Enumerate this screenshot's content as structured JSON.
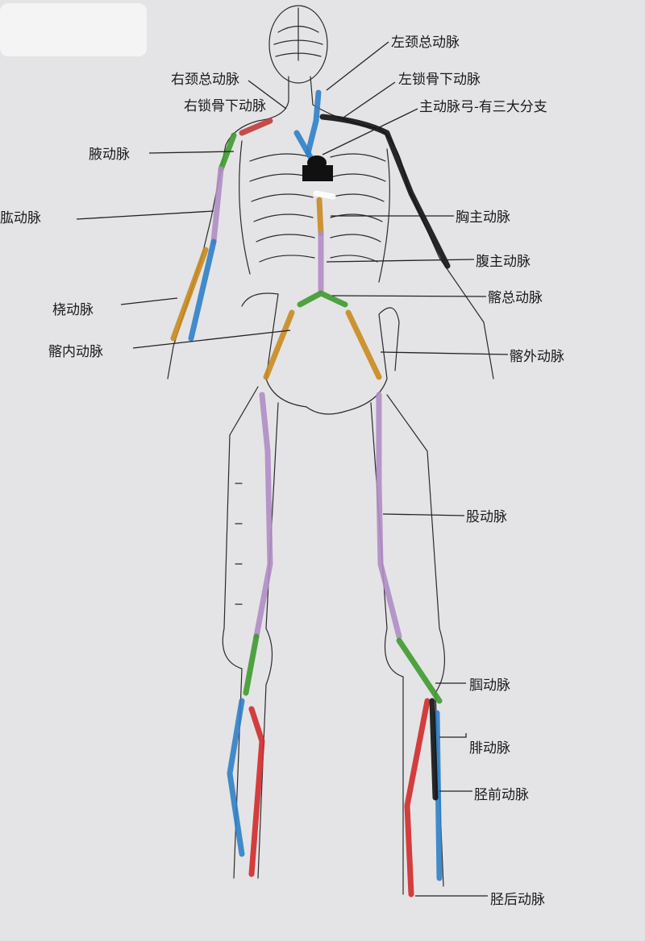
{
  "colors": {
    "paper": "#e4e4e6",
    "purple": "#b08cc4",
    "orange": "#c98a1e",
    "green": "#3e9a2e",
    "blue": "#2f7fc8",
    "red": "#d12a2a",
    "black": "#111111"
  },
  "labels": {
    "left_common_carotid": "左颈总动脉",
    "right_common_carotid": "右颈总动脉",
    "right_subclavian": "右锁骨下动脉",
    "left_subclavian": "左锁骨下动脉",
    "aortic_arch": "主动脉弓-有三大分支",
    "axillary": "腋动脉",
    "brachial": "肱动脉",
    "thoracic_aorta": "胸主动脉",
    "abdominal_aorta": "腹主动脉",
    "radial": "桡动脉",
    "common_iliac": "髂总动脉",
    "internal_iliac": "髂内动脉",
    "external_iliac": "髂外动脉",
    "femoral": "股动脉",
    "popliteal": "腘动脉",
    "peroneal": "腓动脉",
    "anterior_tibial": "胫前动脉",
    "posterior_tibial": "胫后动脉"
  }
}
